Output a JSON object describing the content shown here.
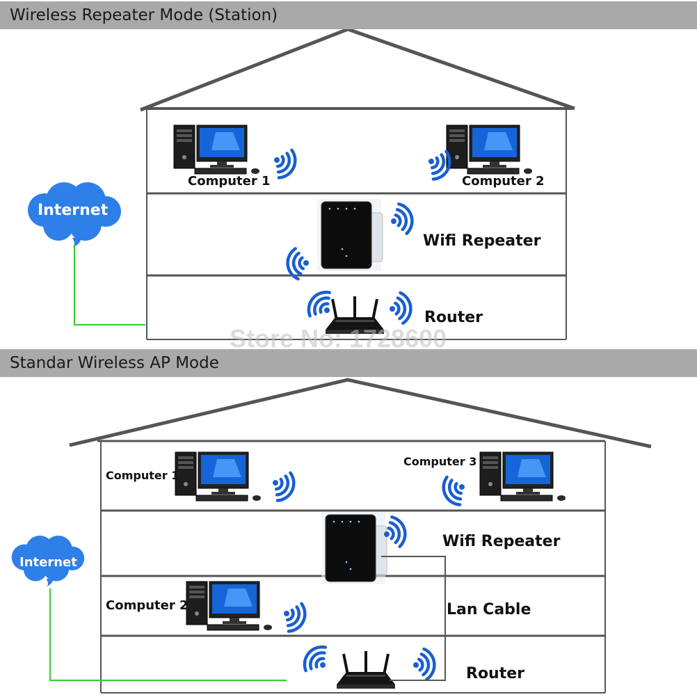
{
  "top_panel": {
    "title": "Wireless Repeater Mode (Station)",
    "cloud_label": "Internet",
    "computer_1": "Computer 1",
    "computer_2": "Computer 2",
    "repeater_label": "Wifi Repeater",
    "router_label": "Router"
  },
  "bottom_panel": {
    "title": "Standar Wireless AP Mode",
    "cloud_label": "Internet",
    "computer_1": "Computer 1",
    "computer_2": "Computer 2",
    "computer_3": "Computer 3",
    "repeater_label": "Wifi Repeater",
    "lan_cable_label": "Lan Cable",
    "router_label": "Router"
  },
  "watermark": "Store No: 1728600",
  "colors": {
    "header_bg": "#a9a9a9",
    "cloud": "#2f7fe8",
    "wifi_waves": "#1a5fd0",
    "internet_cable": "#33cc33",
    "house_lines": "#555555",
    "monitor_screen": "#1565d8"
  }
}
